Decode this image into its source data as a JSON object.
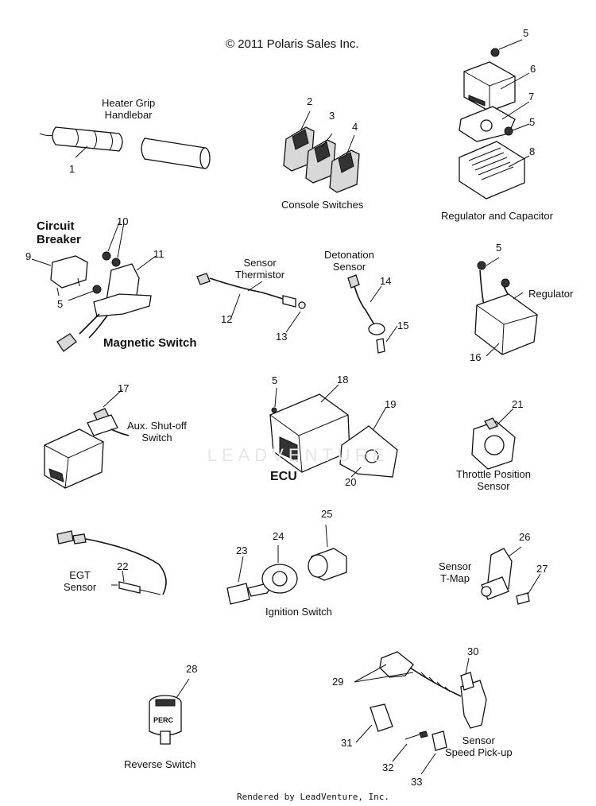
{
  "copyright": "© 2011 Polaris Sales Inc.",
  "footer": "Rendered by LeadVenture, Inc.",
  "watermark": "LEADVENTURE",
  "labels": {
    "heater_grip": "Heater Grip\nHandlebar",
    "console_switches": "Console Switches",
    "regulator_capacitor": "Regulator and Capacitor",
    "circuit_breaker": "Circuit\nBreaker",
    "magnetic_switch": "Magnetic Switch",
    "sensor_thermistor": "Sensor\nThermistor",
    "detonation_sensor": "Detonation\nSensor",
    "regulator": "Regulator",
    "aux_shutoff": "Aux. Shut-off\nSwitch",
    "ecu": "ECU",
    "tps": "Throttle Position\nSensor",
    "egt_sensor": "EGT\nSensor",
    "ignition_switch": "Ignition Switch",
    "sensor_tmap": "Sensor\nT-Map",
    "reverse_switch": "Reverse Switch",
    "speed_pickup": "Sensor\nSpeed Pick-up",
    "perc_text": "PERC"
  },
  "callouts": [
    "1",
    "2",
    "3",
    "4",
    "5",
    "6",
    "7",
    "5",
    "8",
    "10",
    "9",
    "11",
    "5",
    "12",
    "13",
    "14",
    "15",
    "5",
    "16",
    "17",
    "5",
    "18",
    "19",
    "20",
    "21",
    "22",
    "23",
    "24",
    "25",
    "26",
    "27",
    "28",
    "29",
    "30",
    "31",
    "32",
    "33"
  ]
}
